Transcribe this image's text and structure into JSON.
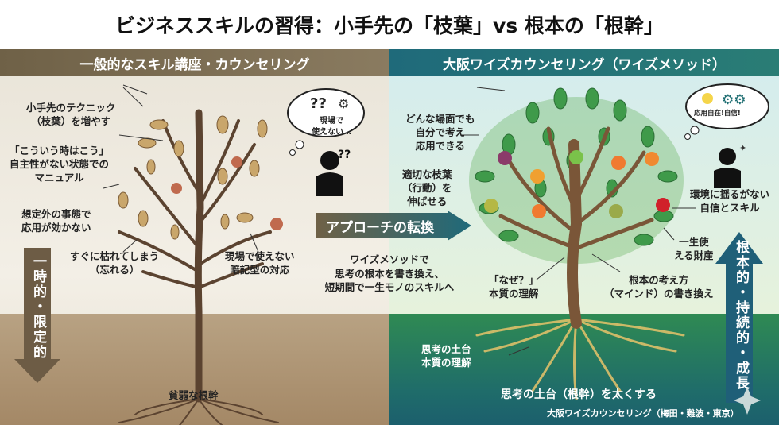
{
  "title": "ビジネススキルの習得：小手先の「枝葉」vs 根本の「根幹」",
  "left": {
    "header": "一般的なスキル講座・カウンセリング",
    "labels": [
      "小手先のテクニック",
      "（枝葉）を増やす",
      "「こういう時はこう」",
      "自主性がない状態での",
      "マニュアル",
      "想定外の事態で",
      "応用が効かない",
      "すぐに枯れてしまう",
      "（忘れる）",
      "現場で使えない",
      "暗記型の対応",
      "貧弱な根幹"
    ],
    "thought": [
      "現場で",
      "使えない…"
    ],
    "vertical": "一時的・限定的",
    "colors": {
      "header": "#7a6b50",
      "ground": "#a88d6b"
    }
  },
  "center": {
    "arrow": "アプローチの転換",
    "note": [
      "ワイズメソッドで",
      "思考の根本を書き換え、",
      "短期間で一生モノのスキルへ"
    ]
  },
  "right": {
    "header": "大阪ワイズカウンセリング（ワイズメソッド）",
    "labels": [
      "どんな場面でも",
      "自分で考え",
      "応用できる",
      "適切な枝葉",
      "（行動）を",
      "伸ばせる",
      "環境に揺るがない",
      "自信とスキル",
      "一生使",
      "える財産",
      "「なぜ？」",
      "本質の理解",
      "根本の考え方",
      "（マインド）の書き換え",
      "思考の土台",
      "本質の理解",
      "思考の土台（根幹）を太くする"
    ],
    "thought": "応用自在!自信!",
    "vertical": "根本的・持続的・成長",
    "footer": "大阪ワイズカウンセリング（梅田・難波・東京）",
    "colors": {
      "header": "#237279",
      "ground": "#1f6c6a"
    }
  }
}
